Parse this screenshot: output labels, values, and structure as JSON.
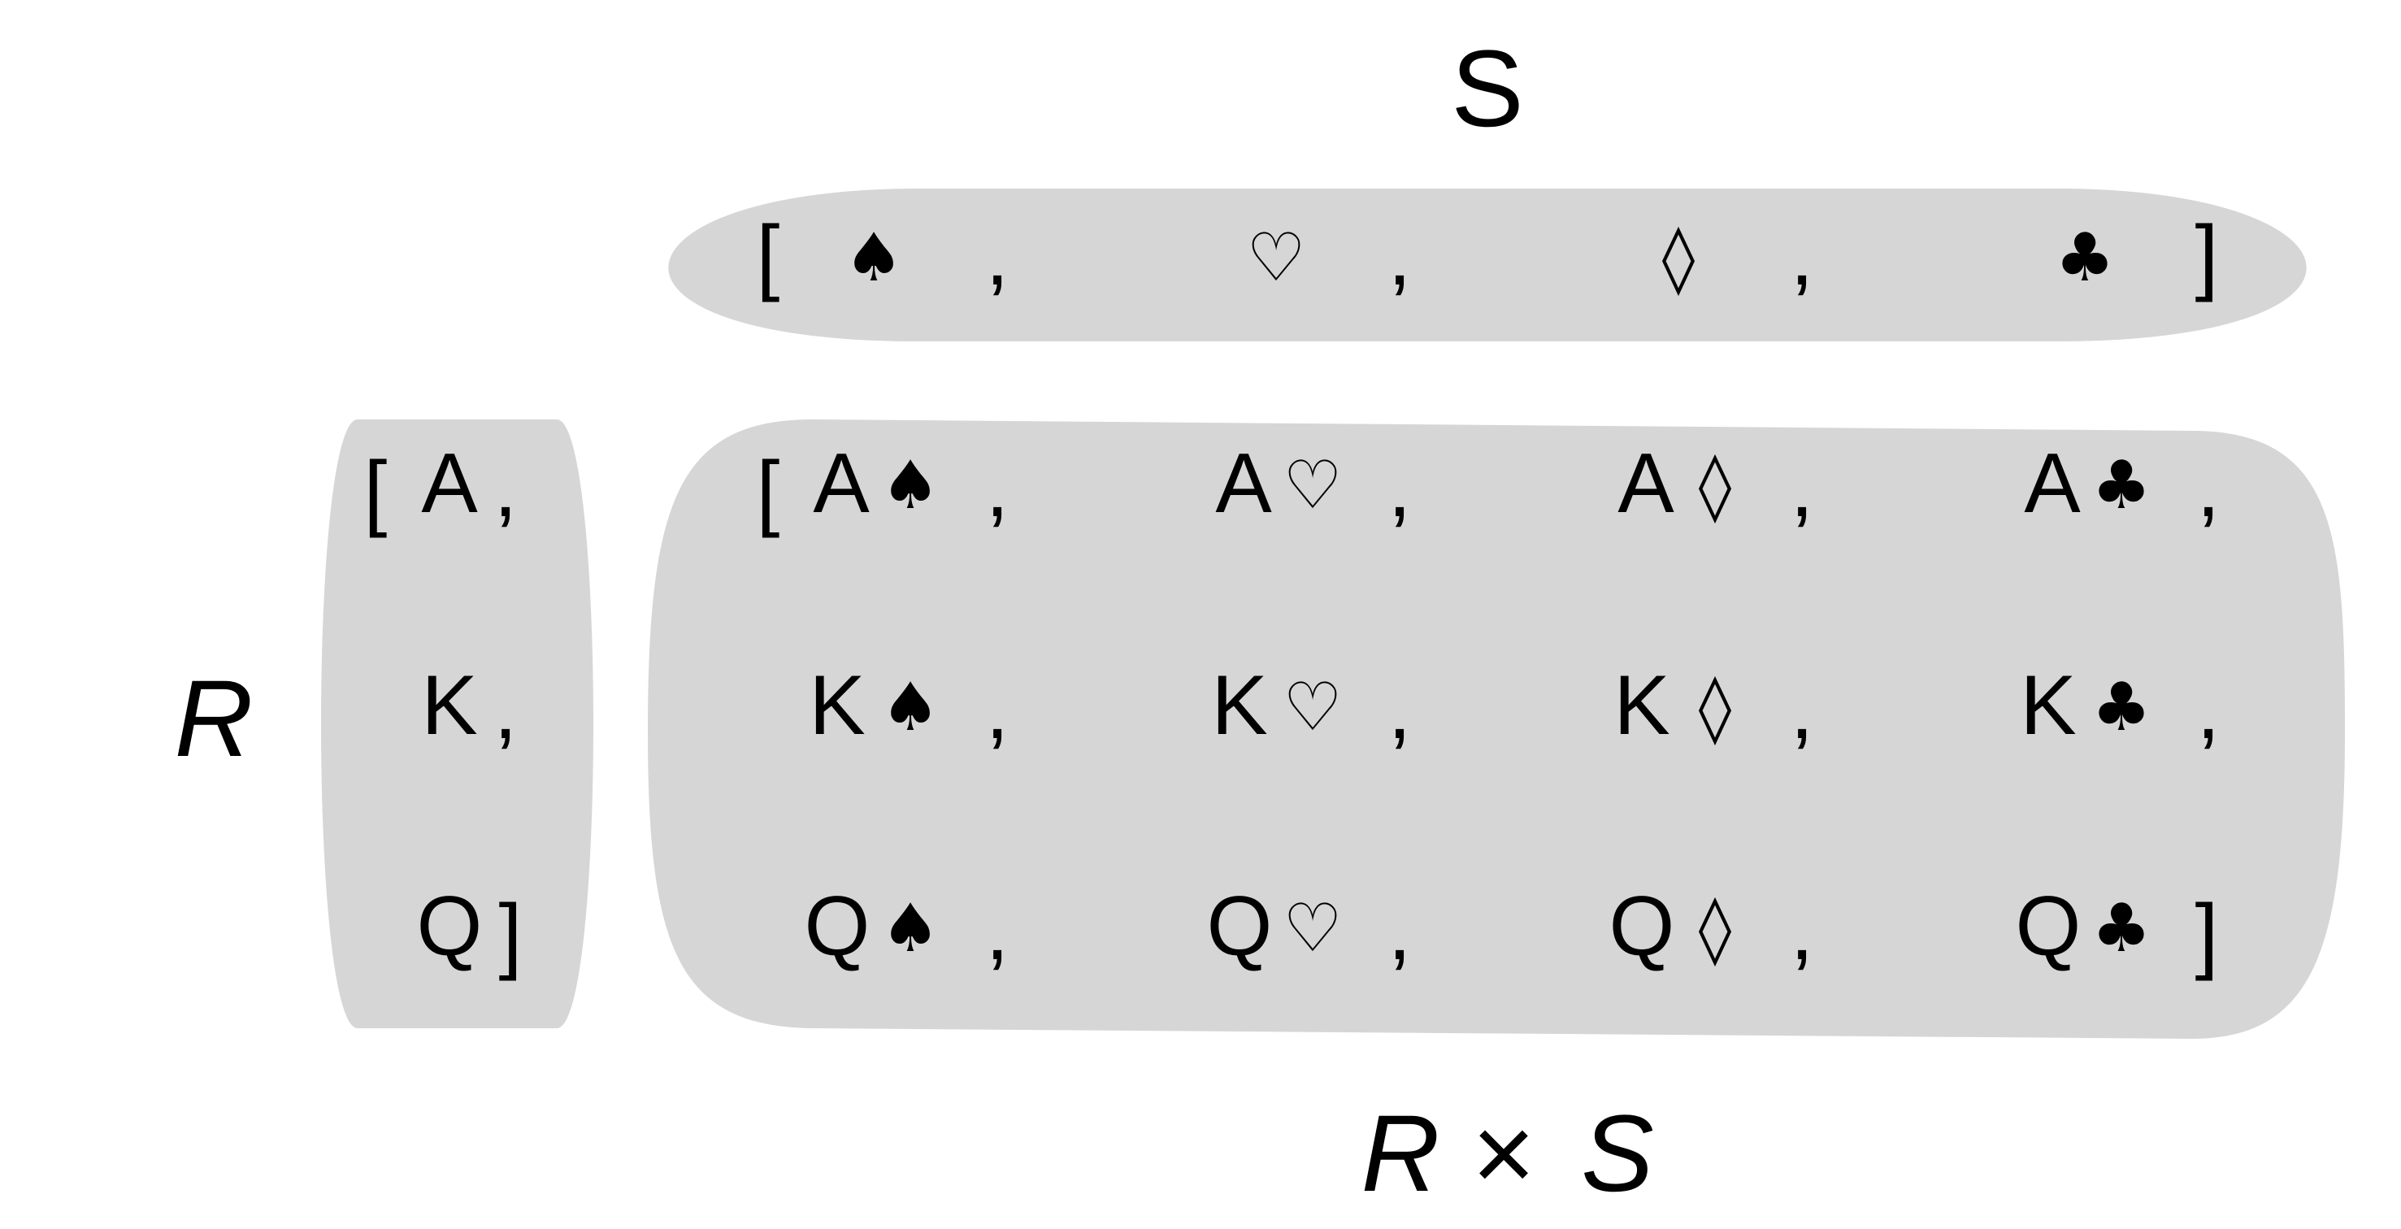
{
  "labels": {
    "s": "S",
    "r": "R",
    "product_r": "R",
    "times": "×",
    "product_s": "S"
  },
  "suits_list": {
    "open": "[",
    "items": [
      "♠",
      "♡",
      "◊",
      "♣"
    ],
    "separator": ",",
    "close": "]"
  },
  "ranks_list": {
    "open": "[",
    "items": [
      "A",
      "K",
      "Q"
    ],
    "separator": ",",
    "close": "]"
  },
  "product_list": {
    "open": "[",
    "close": "]",
    "separator": ",",
    "rows": [
      [
        {
          "rank": "A",
          "suit": "♠"
        },
        {
          "rank": "A",
          "suit": "♡"
        },
        {
          "rank": "A",
          "suit": "◊"
        },
        {
          "rank": "A",
          "suit": "♣"
        }
      ],
      [
        {
          "rank": "K",
          "suit": "♠"
        },
        {
          "rank": "K",
          "suit": "♡"
        },
        {
          "rank": "K",
          "suit": "◊"
        },
        {
          "rank": "K",
          "suit": "♣"
        }
      ],
      [
        {
          "rank": "Q",
          "suit": "♠"
        },
        {
          "rank": "Q",
          "suit": "♡"
        },
        {
          "rank": "Q",
          "suit": "◊"
        },
        {
          "rank": "Q",
          "suit": "♣"
        }
      ]
    ]
  },
  "colors": {
    "fill": "#d6d6d6",
    "text": "#000000"
  }
}
